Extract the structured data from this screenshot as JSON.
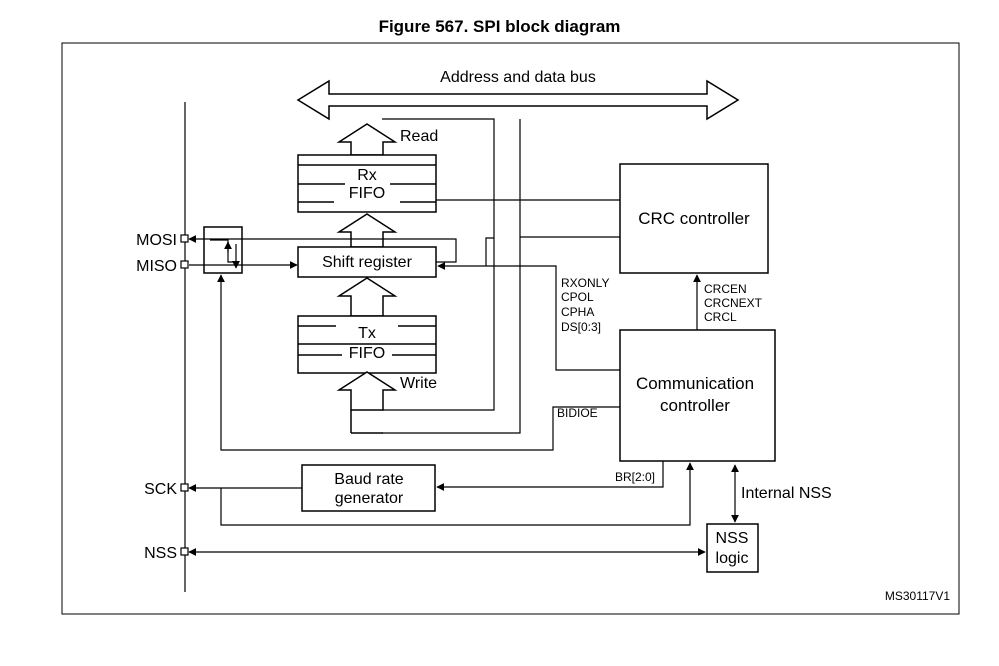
{
  "figure_title": "Figure 567. SPI block diagram",
  "bus_label": "Address and data bus",
  "read_label": "Read",
  "write_label": "Write",
  "rx_fifo": {
    "line1": "Rx",
    "line2": "FIFO"
  },
  "tx_fifo": {
    "line1": "Tx",
    "line2": "FIFO"
  },
  "shift_register": "Shift register",
  "crc_controller": "CRC controller",
  "comm_controller": {
    "line1": "Communication",
    "line2": "controller"
  },
  "baud_rate": {
    "line1": "Baud rate",
    "line2": "generator"
  },
  "nss_logic": {
    "line1": "NSS",
    "line2": "logic"
  },
  "pins": {
    "mosi": "MOSI",
    "miso": "MISO",
    "sck": "SCK",
    "nss": "NSS"
  },
  "control_signals": {
    "line1": "RXONLY",
    "line2": "CPOL",
    "line3": "CPHA",
    "line4": "DS[0:3]"
  },
  "crc_signals": {
    "line1": "CRCEN",
    "line2": "CRCNEXT",
    "line3": "CRCL"
  },
  "bidioe": "BIDIOE",
  "br": "BR[2:0]",
  "internal_nss": "Internal NSS",
  "figure_id": "MS30117V1"
}
